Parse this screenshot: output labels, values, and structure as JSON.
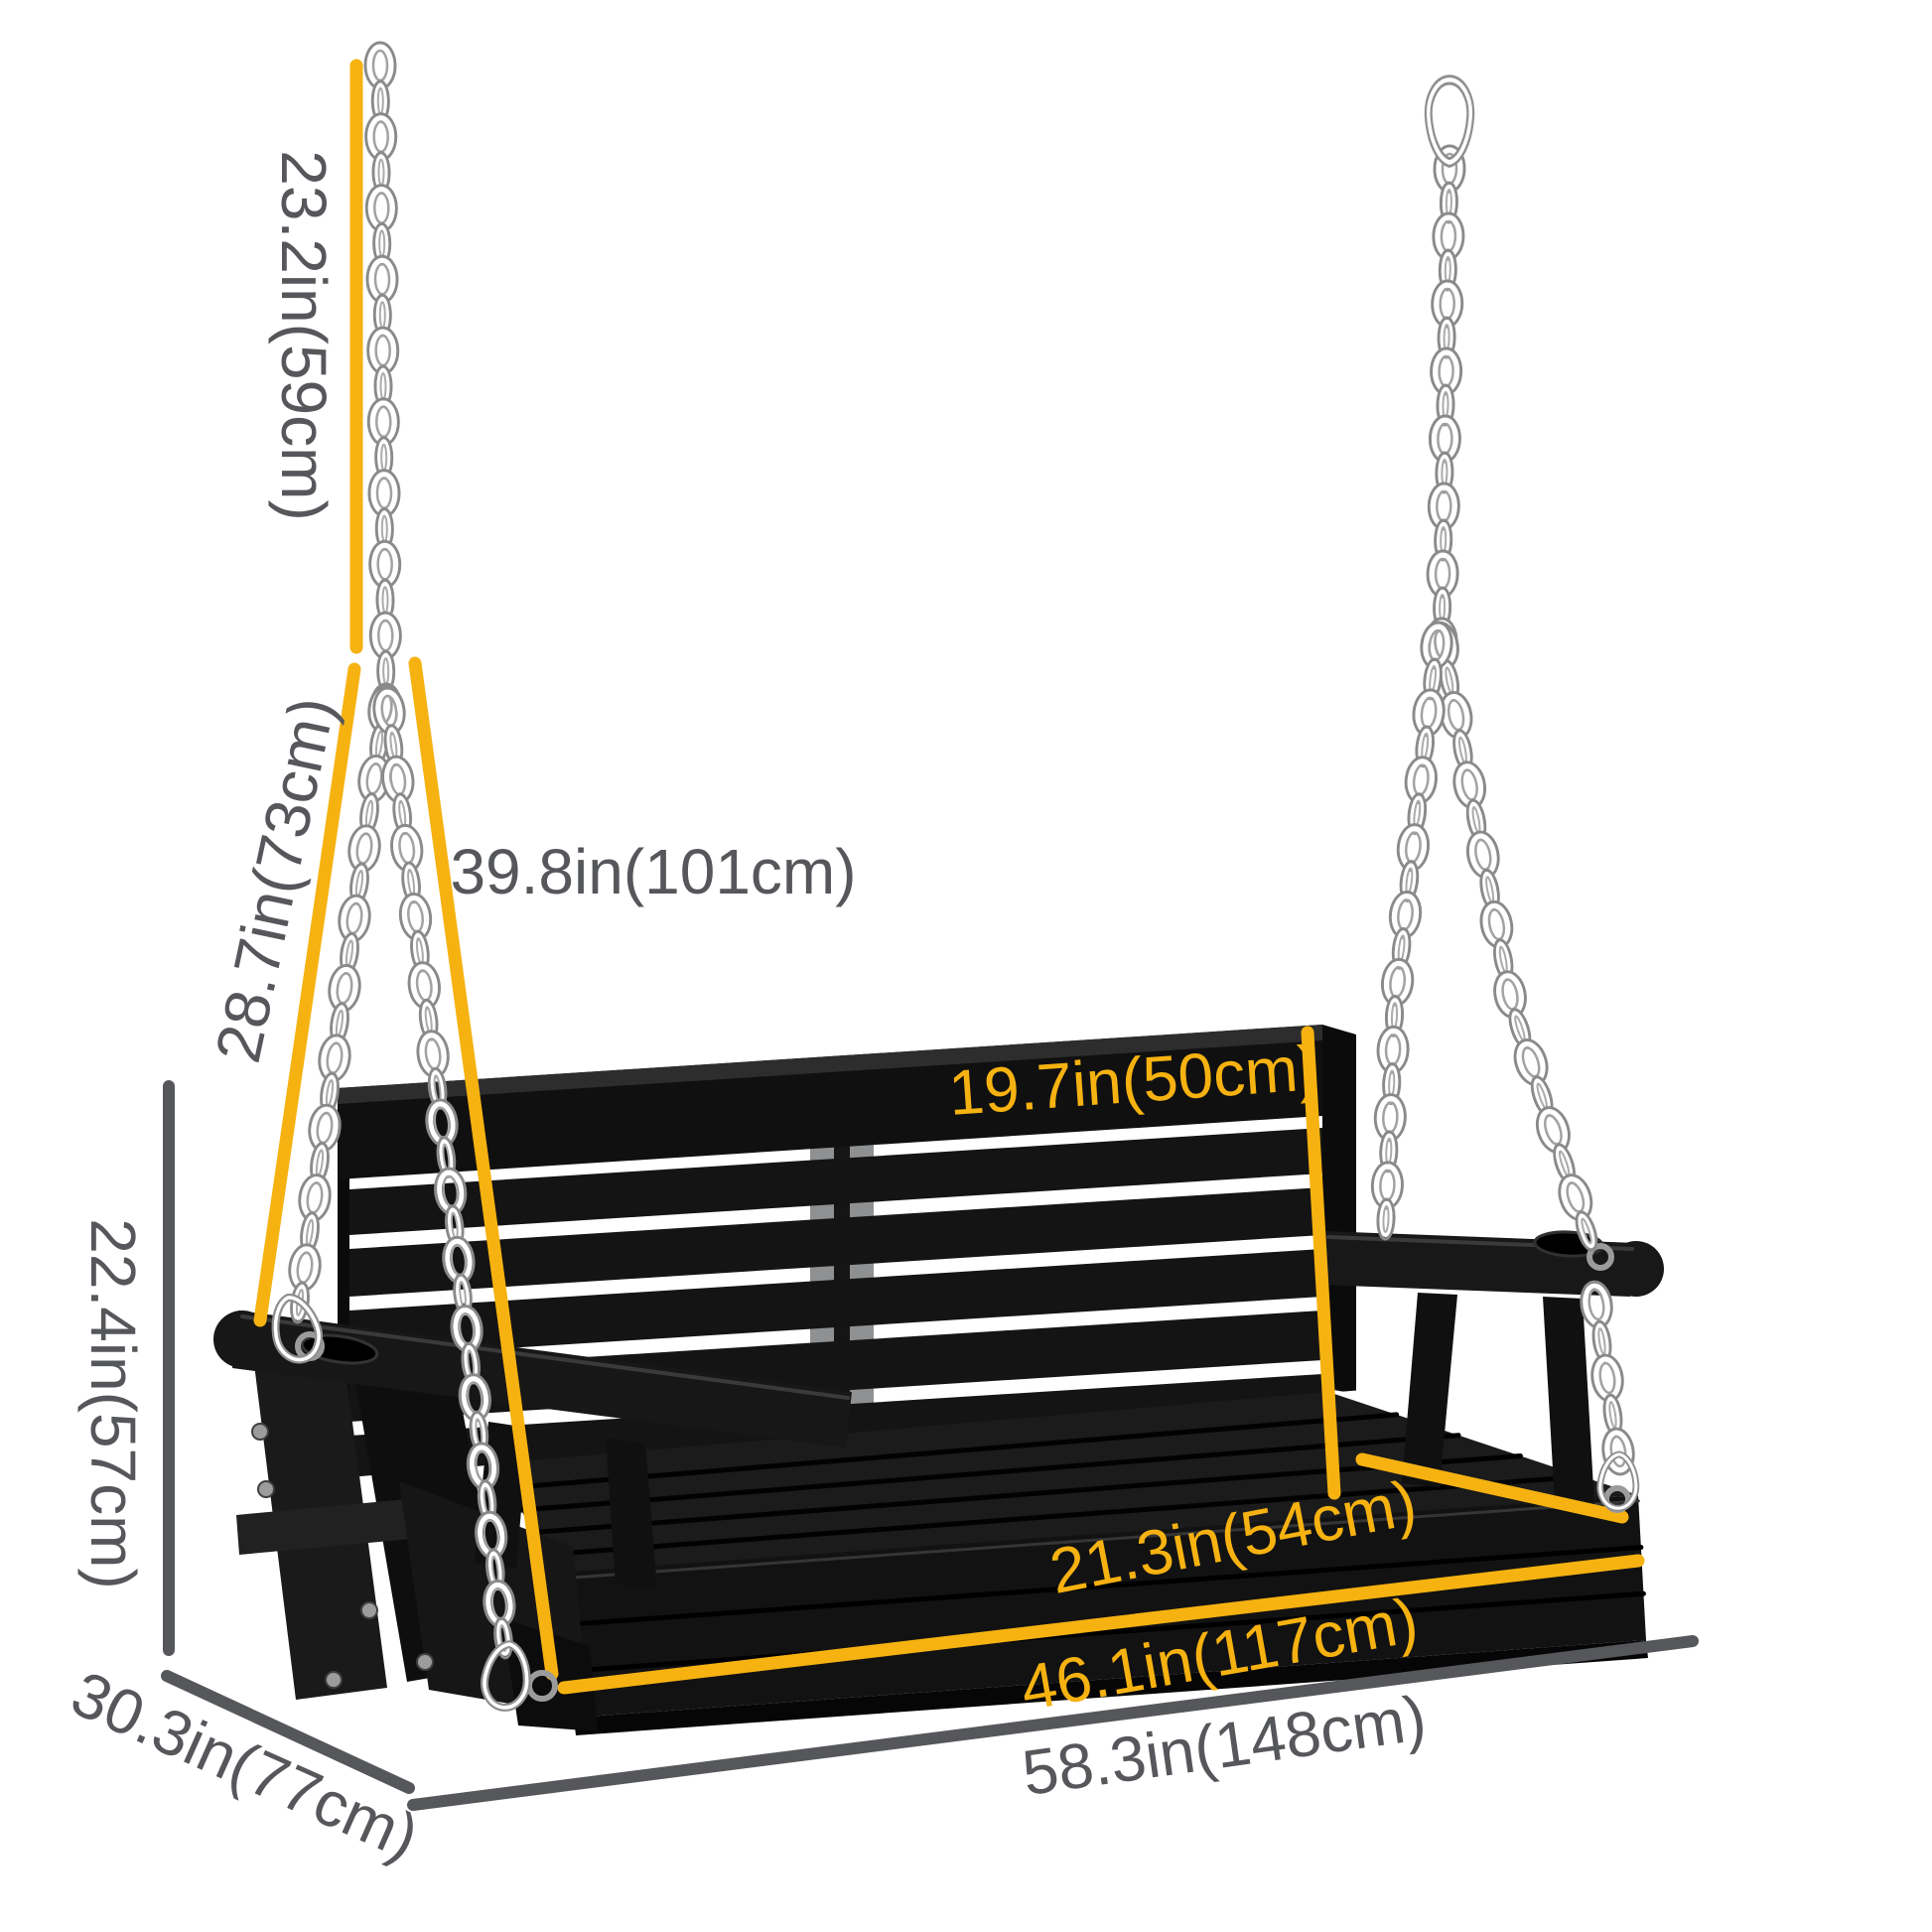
{
  "colors": {
    "background": "#ffffff",
    "dimension_yellow": "#F6B211",
    "dimension_gray": "#56575B",
    "bench_black": "#141414",
    "chain_metal": "#8d8d8d"
  },
  "dimensions": {
    "chain_upper": {
      "label": "23.2in(59cm)"
    },
    "chain_front": {
      "label": "28.7in(73cm)"
    },
    "chain_rear": {
      "label": "39.8in(101cm)"
    },
    "backrest_height": {
      "label": "19.7in(50cm)"
    },
    "overall_height": {
      "label": "22.4in(57cm)"
    },
    "seat_depth": {
      "label": "21.3in(54cm)"
    },
    "seat_width": {
      "label": "46.1in(117cm)"
    },
    "overall_depth": {
      "label": "30.3in(77cm)"
    },
    "overall_width": {
      "label": "58.3in(148cm)"
    }
  }
}
